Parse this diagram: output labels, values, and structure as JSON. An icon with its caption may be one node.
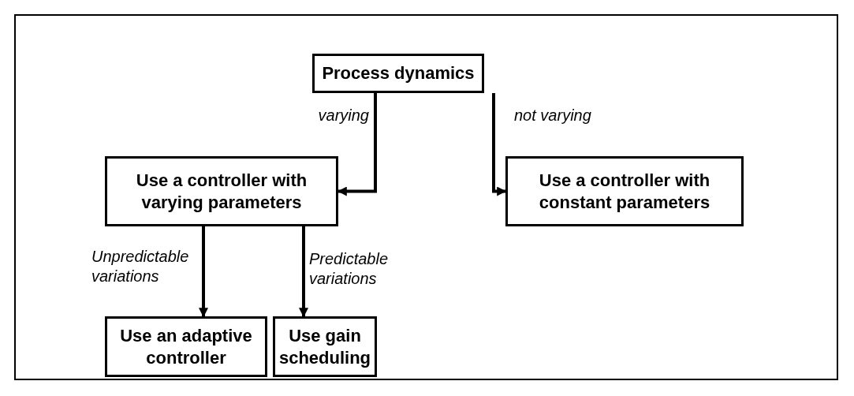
{
  "diagram": {
    "nodes": [
      {
        "text": [
          "Process dynamics"
        ]
      },
      {
        "text": [
          "Use a controller with varying parameters"
        ]
      },
      {
        "text": [
          "Use a controller with constant parameters"
        ]
      },
      {
        "text": [
          "Use an adaptive controller"
        ]
      },
      {
        "text": [
          "Use gain scheduling"
        ]
      }
    ],
    "edges": [
      {
        "from": 0,
        "to": 1,
        "arrow": "to",
        "label": "varying"
      },
      {
        "from": 0,
        "to": 2,
        "arrow": "to",
        "label": "not varying"
      },
      {
        "from": 1,
        "to": 3,
        "arrow": "to",
        "label": "Unpredictable variations"
      },
      {
        "from": 1,
        "to": 4,
        "arrow": "to",
        "label": "Predictable variations"
      }
    ]
  }
}
